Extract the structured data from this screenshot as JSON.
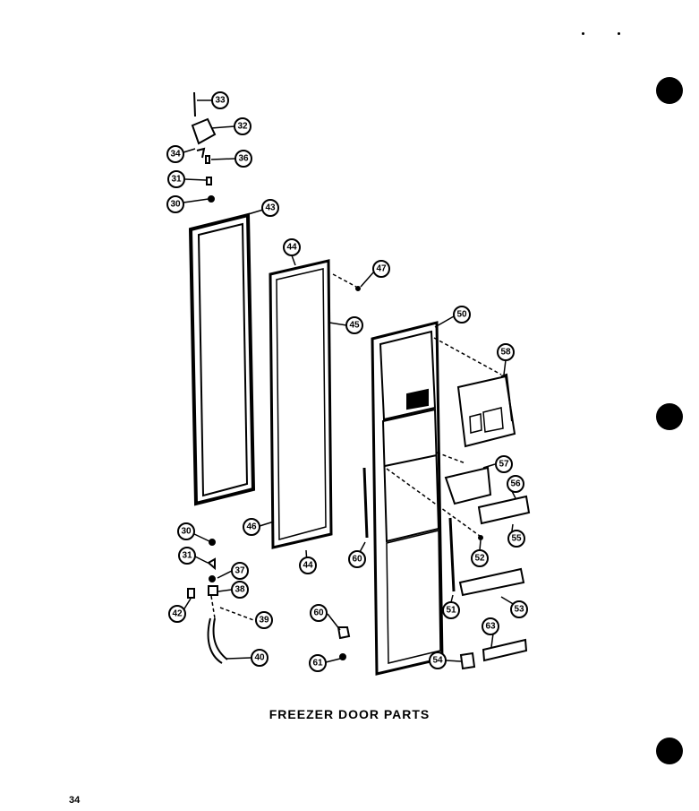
{
  "caption": "FREEZER DOOR PARTS",
  "page_number": "34",
  "callouts": [
    "33",
    "32",
    "34",
    "36",
    "31",
    "30",
    "43",
    "44",
    "47",
    "45",
    "50",
    "58",
    "57",
    "56",
    "55",
    "46",
    "44",
    "30",
    "31",
    "37",
    "38",
    "42",
    "39",
    "40",
    "60",
    "61",
    "60",
    "52",
    "51",
    "53",
    "63",
    "54"
  ]
}
